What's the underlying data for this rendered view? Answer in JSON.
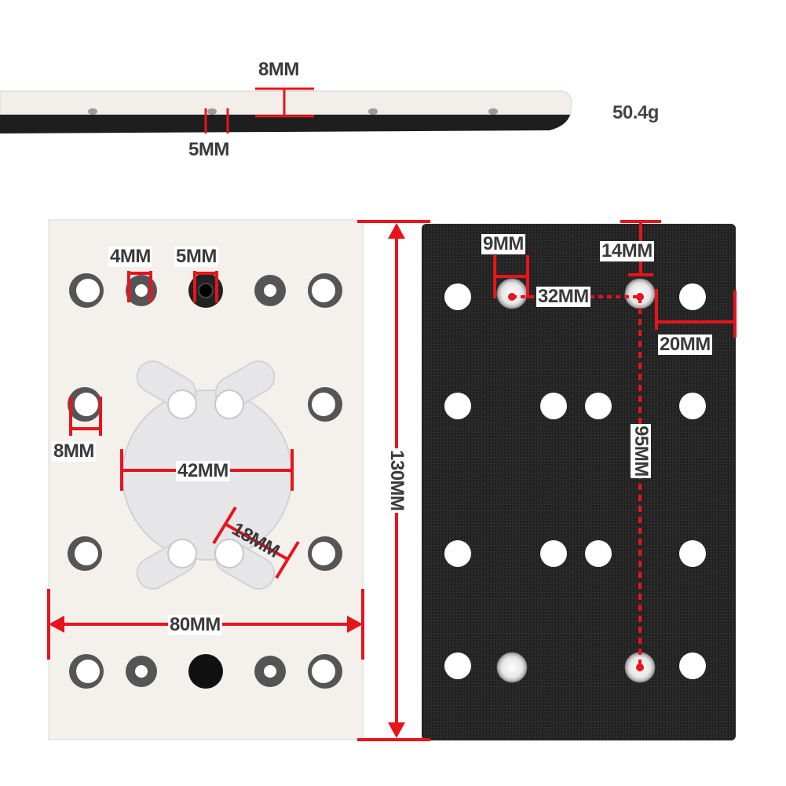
{
  "weight": "50.4g",
  "side_view": {
    "thickness": "8MM",
    "hole_diameter": "5MM"
  },
  "top_face": {
    "hole_small": "4MM",
    "hole_screw": "5MM",
    "hole_edge": "8MM",
    "center_width": "42MM",
    "slot_length": "18MM",
    "width": "80MM",
    "height": "130MM"
  },
  "bottom_face": {
    "hole_diameter": "9MM",
    "post_width": "14MM",
    "offset_x": "32MM",
    "edge_offset": "20MM",
    "hole_spacing": "95MM"
  },
  "colors": {
    "dimension_line": "#e8141c",
    "pad_white": "#f2efeb",
    "pad_black": "#1d1d1d"
  }
}
